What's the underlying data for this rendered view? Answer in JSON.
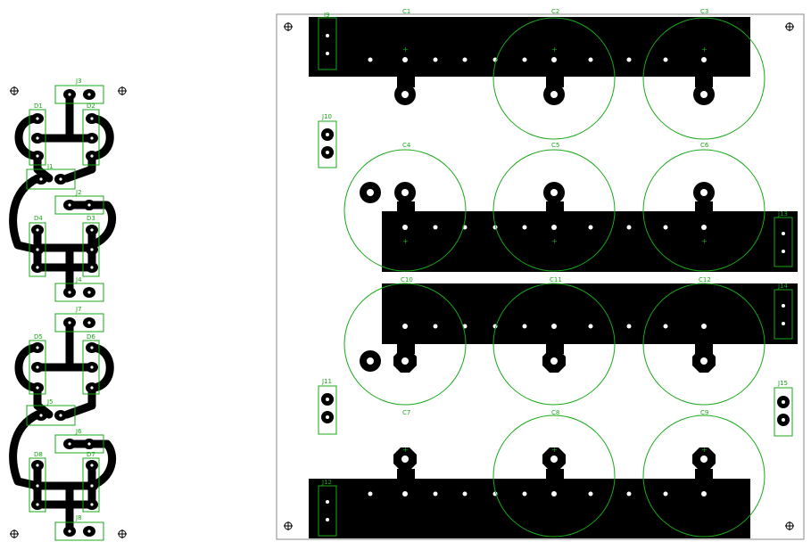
{
  "colors": {
    "copper": "#000000",
    "silkscreen": "#18a818",
    "board_outline": "#888888",
    "background": "#ffffff"
  },
  "left_board": {
    "labels": [
      "J3",
      "D1",
      "D2",
      "J1",
      "J2",
      "D4",
      "D3",
      "J4",
      "J7",
      "D5",
      "D6",
      "J5",
      "J6",
      "D8",
      "D7",
      "J8"
    ]
  },
  "right_board": {
    "capacitor_labels": [
      "C1",
      "C2",
      "C3",
      "C4",
      "C5",
      "C6",
      "C10",
      "C11",
      "C12",
      "C7",
      "C8",
      "C9"
    ],
    "connector_labels": [
      "J9",
      "J10",
      "J13",
      "J14",
      "J11",
      "J15",
      "J12"
    ],
    "polarity_mark": "+"
  }
}
